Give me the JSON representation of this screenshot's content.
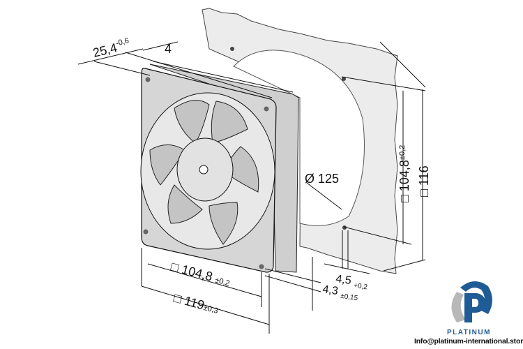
{
  "drawing": {
    "depth": {
      "value": "25,4",
      "tolerance": "-0,6"
    },
    "flange": {
      "value": "4"
    },
    "hole_diameter": {
      "symbol": "Ø",
      "value": "125"
    },
    "panel_hole_spacing": {
      "symbol": "□",
      "value": "104,8",
      "tolerance": "±0,2"
    },
    "panel_size": {
      "symbol": "□",
      "value": "116"
    },
    "fan_hole_spacing": {
      "symbol": "□",
      "value": "104,8",
      "tolerance": "±0,2"
    },
    "fan_size": {
      "symbol": "□",
      "value": "119",
      "tolerance": "±0,3"
    },
    "screw_hole": {
      "value": "4,5",
      "tolerance": "+0,2"
    },
    "hole_offset": {
      "value": "4,3",
      "tolerance": "±0,15"
    }
  },
  "logo": {
    "name": "PLATINUM",
    "email": "Info@platinum-international.store",
    "colors": {
      "blue": "#1f5b94",
      "gray": "#b8b8b8"
    }
  }
}
